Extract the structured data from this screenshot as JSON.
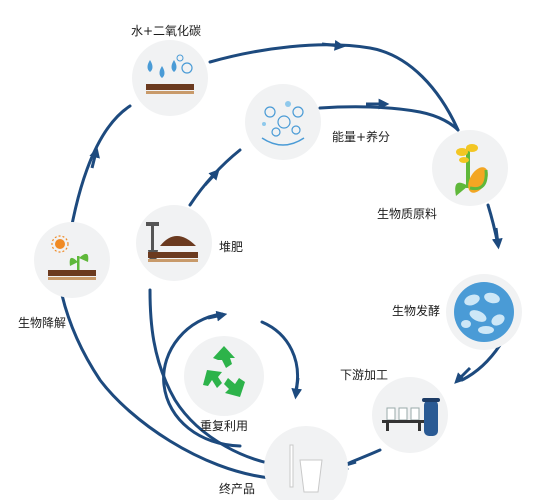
{
  "nodes": {
    "water_co2": {
      "label": "水+二氧化碳"
    },
    "energy_nutrients": {
      "label": "能量+养分"
    },
    "biomass_feedstock": {
      "label": "生物质原料"
    },
    "compost": {
      "label": "堆肥"
    },
    "biodegradation": {
      "label": "生物降解"
    },
    "fermentation": {
      "label": "生物发酵"
    },
    "downstream_processing": {
      "label": "下游加工"
    },
    "recycling": {
      "label": "重复利用"
    },
    "end_product": {
      "label": "终产品"
    }
  },
  "colors": {
    "arrow": "#1d4a7e",
    "node_bg": "#f1f2f3",
    "soil": "#6b3a1f",
    "water_drop": "#4a9bd6",
    "recycle_green": "#2db34a",
    "plant_green": "#5fb83a",
    "corn_yellow": "#f3c623",
    "microbe_blue": "#8fc9ec",
    "tank_blue": "#2a5a94"
  },
  "icons": {
    "water_co2": "water-drops-soil-icon",
    "energy_nutrients": "molecules-icon",
    "biomass_feedstock": "corn-plant-icon",
    "compost": "shovel-compost-icon",
    "biodegradation": "sprout-sun-icon",
    "fermentation": "microbes-icon",
    "downstream_processing": "processing-equipment-icon",
    "recycling": "recycle-icon",
    "end_product": "cup-straw-icon"
  }
}
